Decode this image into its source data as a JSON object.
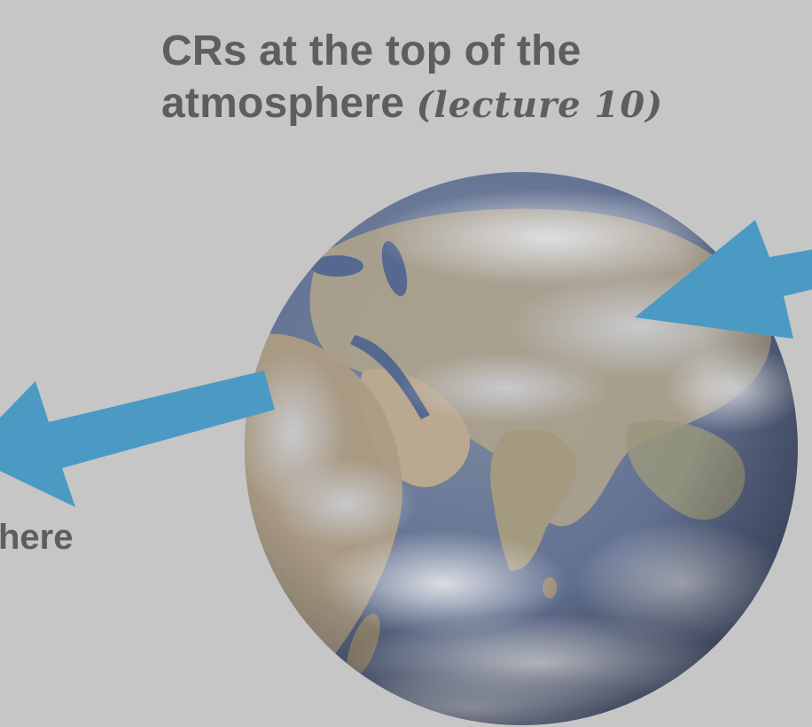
{
  "slide": {
    "title_line1": "CRs at the top of the",
    "title_line2": "atmosphere ",
    "title_note": "(lecture 10)",
    "side_label": "here"
  },
  "colors": {
    "background": "#c6c6c6",
    "text": "#5e5e5e",
    "arrow": "#4a9ac4"
  },
  "icons": {
    "earth": "earth-globe-image",
    "arrow_left": "arrow-left-icon",
    "arrow_right": "arrow-right-icon"
  }
}
